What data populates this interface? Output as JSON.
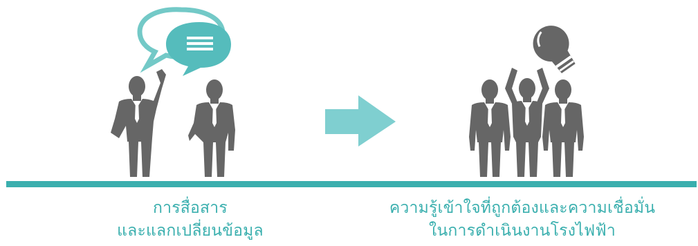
{
  "colors": {
    "accent": "#3aafae",
    "bubble_light": "#73c9c7",
    "bubble_dark": "#55bcbc",
    "arrow": "#7fcfd0",
    "figure": "#666666",
    "text": "#3aafae"
  },
  "icons": {
    "speech": "speech-bubbles-icon",
    "bulb": "lightbulb-icon",
    "arrow": "arrow-right-icon"
  },
  "captions": {
    "left": {
      "line1": "การสื่อสาร",
      "line2": "และแลกเปลี่ยนข้อมูล"
    },
    "right": {
      "line1": "ความรู้เข้าใจที่ถูกต้องและความเชื่อมั่น",
      "line2": "ในการดำเนินงานโรงไฟฟ้า"
    }
  }
}
